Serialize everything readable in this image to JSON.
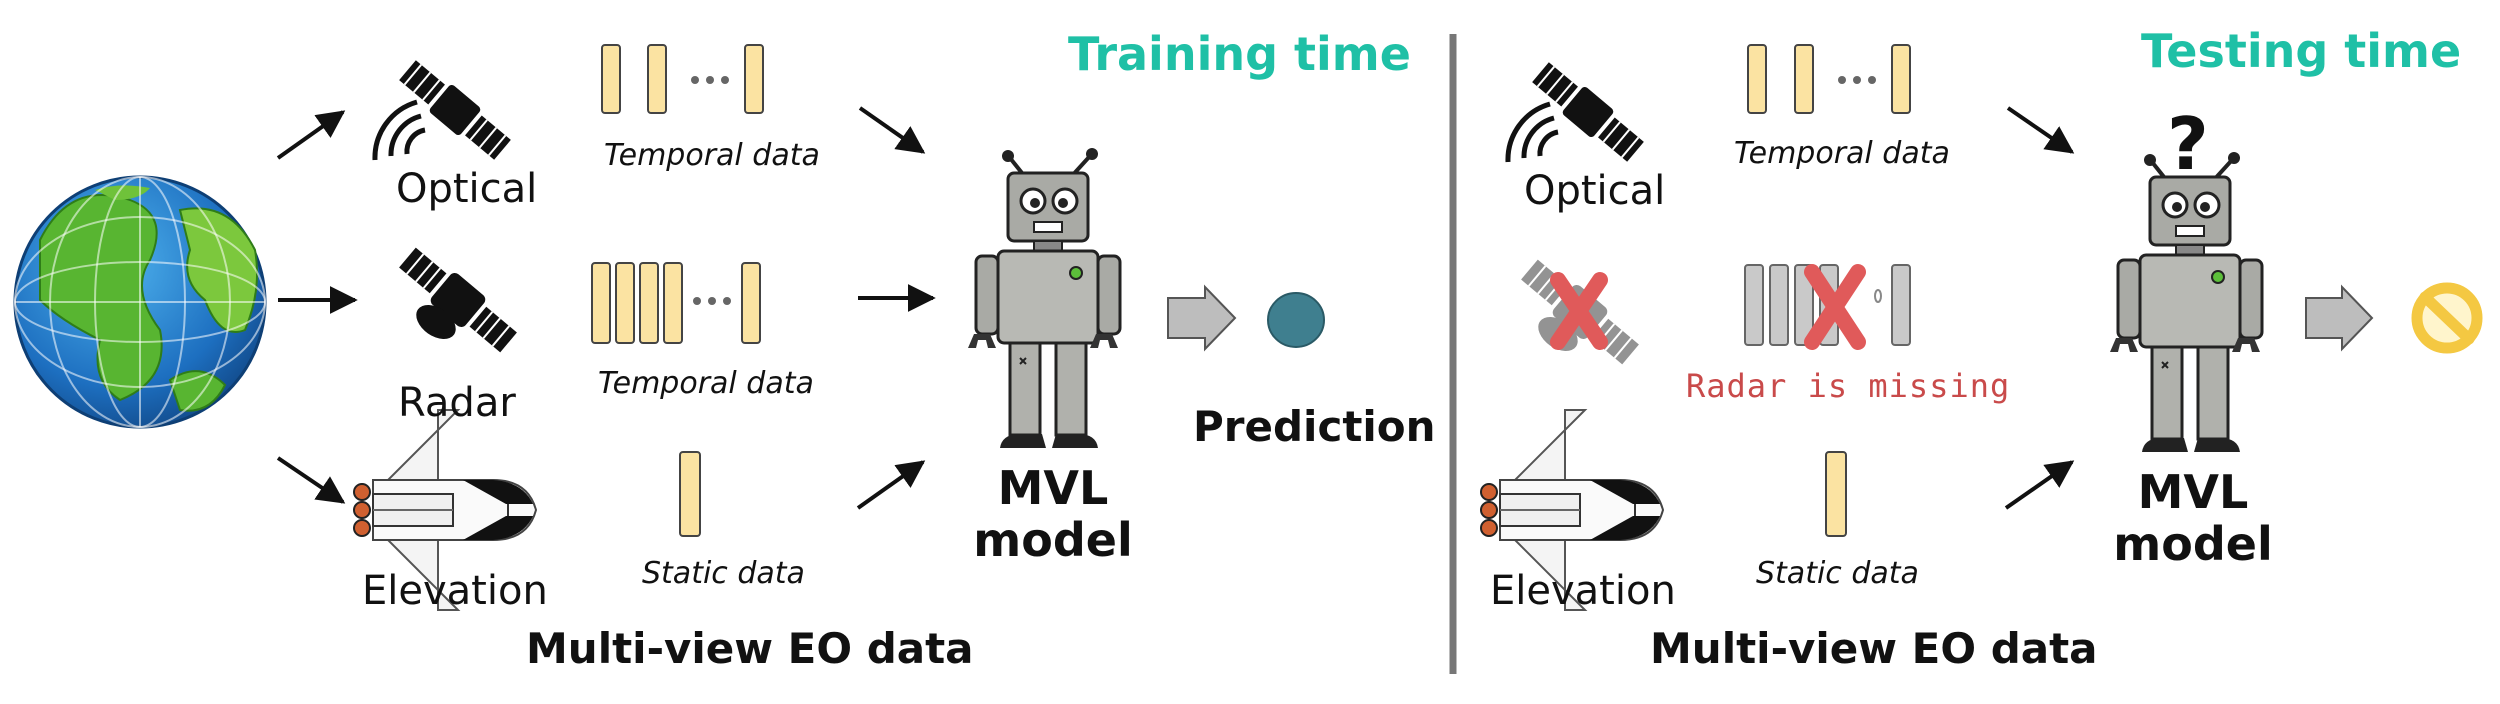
{
  "training": {
    "title": "Training time",
    "views": {
      "optical": "Optical",
      "radar": "Radar",
      "elevation": "Elevation"
    },
    "data_types": {
      "optical": "Temporal data",
      "radar": "Temporal data",
      "elevation": "Static data"
    },
    "model_label_1": "MVL",
    "model_label_2": "model",
    "prediction": "Prediction",
    "footer": "Multi-view EO data"
  },
  "testing": {
    "title": "Testing time",
    "views": {
      "optical": "Optical",
      "elevation": "Elevation"
    },
    "data_types": {
      "optical": "Temporal data",
      "elevation": "Static data"
    },
    "missing": "Radar is missing",
    "question": "?",
    "model_label_1": "MVL",
    "model_label_2": "model",
    "footer": "Multi-view EO data"
  },
  "colors": {
    "accent_title": "#1fc0a6",
    "data_bar": "#fbe3a2",
    "missing_bar": "#c9c9c9",
    "cross": "#e05a5a",
    "prediction_dot": "#3f7f8f",
    "no_prediction": "#f4c842",
    "missing_text": "#c94a4a"
  },
  "icons": [
    "globe-icon",
    "satellite-icon",
    "radar-satellite-icon",
    "space-shuttle-icon",
    "robot-icon",
    "arrow-icon",
    "forbidden-icon",
    "cross-icon",
    "ellipsis-icon"
  ]
}
